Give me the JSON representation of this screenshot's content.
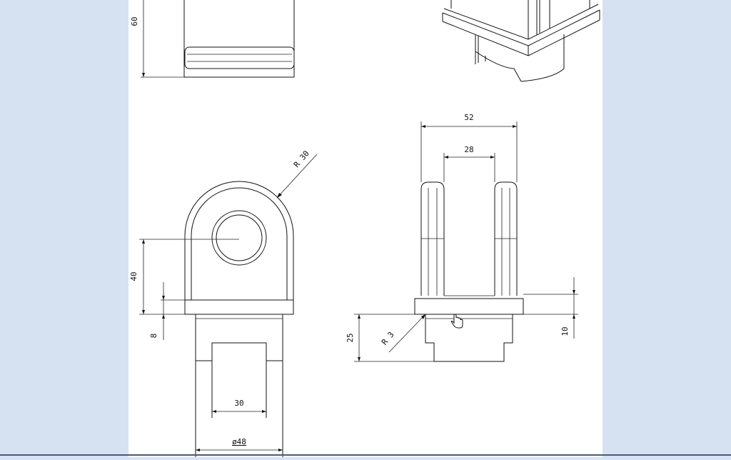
{
  "drawing": {
    "dimensions": {
      "front_top_height": "60",
      "front_height": "40",
      "front_base_height": "8",
      "front_slot_width": "30",
      "front_diameter": "ø48",
      "front_radius": "R 30",
      "side_overall_width": "52",
      "side_inner_width": "28",
      "side_base_height": "25",
      "side_flange_height": "10",
      "side_fillet_radius": "R 3"
    }
  },
  "colors": {
    "background": "#d6e2f2",
    "sheet": "#ffffff",
    "line": "#111111"
  },
  "icons": {
    "cursor": "hand-pointer-icon"
  }
}
